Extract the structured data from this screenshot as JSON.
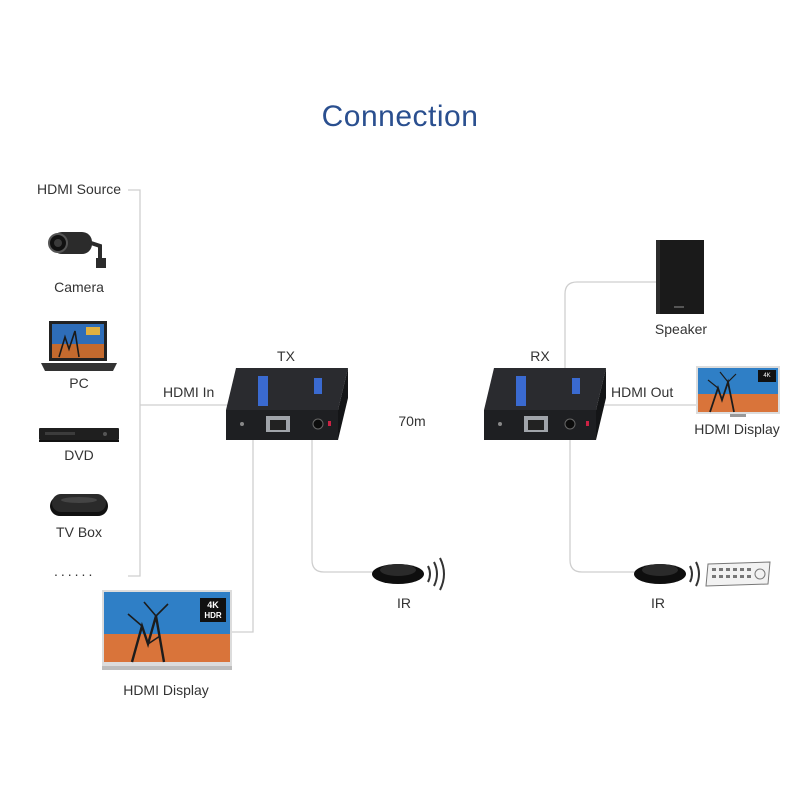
{
  "title": "Connection",
  "sources": {
    "header": "HDMI Source",
    "items": [
      "Camera",
      "PC",
      "DVD",
      "TV Box"
    ],
    "more": "......"
  },
  "tx": {
    "label": "TX",
    "hdmi_in": "HDMI In",
    "ir": "IR",
    "local_display": "HDMI Display"
  },
  "rx": {
    "label": "RX",
    "hdmi_out": "HDMI Out",
    "ir": "IR",
    "display": "HDMI Display",
    "speaker": "Speaker"
  },
  "link": {
    "distance": "70m"
  },
  "tv_badge": {
    "line1": "4K",
    "line2": "HDR"
  },
  "colors": {
    "title": "#2a4f8f",
    "cable": "#3fb3d6",
    "wire": "#c8c8c8",
    "box": "#1e1f22",
    "panel": "#2a2b2f"
  }
}
